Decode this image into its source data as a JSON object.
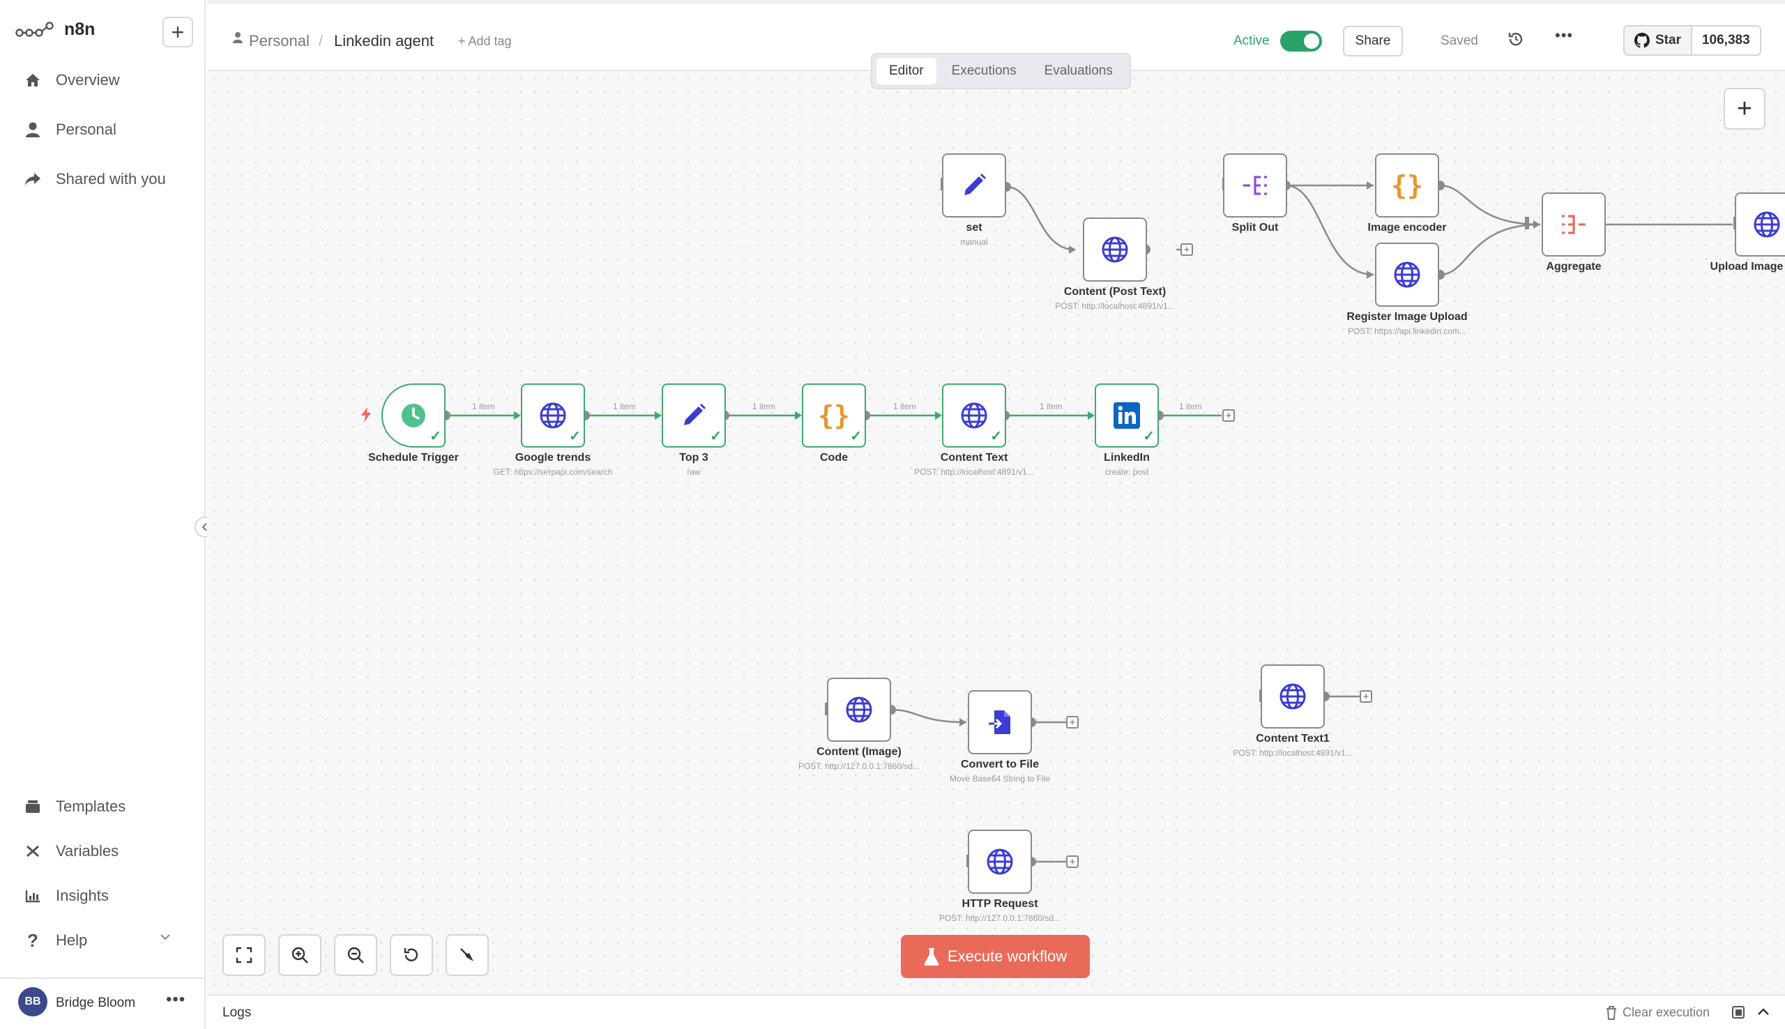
{
  "app": {
    "logo_text": "n8n"
  },
  "sidebar": {
    "items": [
      {
        "label": "Overview",
        "icon": "home-icon"
      },
      {
        "label": "Personal",
        "icon": "user-icon"
      },
      {
        "label": "Shared with you",
        "icon": "share-icon"
      }
    ],
    "bottom_items": [
      {
        "label": "Templates",
        "icon": "templates-icon"
      },
      {
        "label": "Variables",
        "icon": "variables-icon"
      },
      {
        "label": "Insights",
        "icon": "chart-icon"
      },
      {
        "label": "Help",
        "icon": "help-icon"
      }
    ],
    "user": {
      "initials": "BB",
      "name": "Bridge Bloom"
    }
  },
  "header": {
    "breadcrumb_project": "Personal",
    "breadcrumb_sep": "/",
    "workflow_name": "Linkedin agent",
    "add_tag": "+ Add tag",
    "tabs": [
      "Editor",
      "Executions",
      "Evaluations"
    ],
    "active_tab": "Editor",
    "active_label": "Active",
    "active": true,
    "share_label": "Share",
    "saved_label": "Saved",
    "github_star_label": "Star",
    "github_star_count": "106,383"
  },
  "colors": {
    "accent": "#ea6a5a",
    "success": "#29a36a",
    "node_blue": "#3b3bd6",
    "node_orange": "#e8962e"
  },
  "nodes": {
    "set": {
      "label": "set",
      "sub": "manual"
    },
    "content_post_text": {
      "label": "Content (Post Text)",
      "sub": "POST: http://localhost:4891/v1..."
    },
    "split_out": {
      "label": "Split Out"
    },
    "image_encoder": {
      "label": "Image encoder"
    },
    "register_image_upload": {
      "label": "Register Image Upload",
      "sub": "POST: https://api.linkedin.com..."
    },
    "aggregate": {
      "label": "Aggregate"
    },
    "upload_image": {
      "label": "Upload Image"
    },
    "schedule_trigger": {
      "label": "Schedule Trigger"
    },
    "google_trends": {
      "label": "Google trends",
      "sub": "GET: https://serpapi.com/search"
    },
    "top3": {
      "label": "Top 3",
      "sub": "raw"
    },
    "code": {
      "label": "Code"
    },
    "content_text": {
      "label": "Content Text",
      "sub": "POST: http://localhost:4891/v1..."
    },
    "linkedin": {
      "label": "LinkedIn",
      "sub": "create: post"
    },
    "content_image": {
      "label": "Content (Image)",
      "sub": "POST: http://127.0.0.1:7860/sd..."
    },
    "convert_to_file": {
      "label": "Convert to File",
      "sub": "Move Base64 String to File"
    },
    "content_text1": {
      "label": "Content Text1",
      "sub": "POST: http://localhost:4891/v1..."
    },
    "http_request": {
      "label": "HTTP Request",
      "sub": "POST: http://127.0.0.1:7860/sd..."
    }
  },
  "edge_label": "1 item",
  "execute_label": "Execute workflow",
  "logs": {
    "title": "Logs",
    "clear_label": "Clear execution"
  }
}
